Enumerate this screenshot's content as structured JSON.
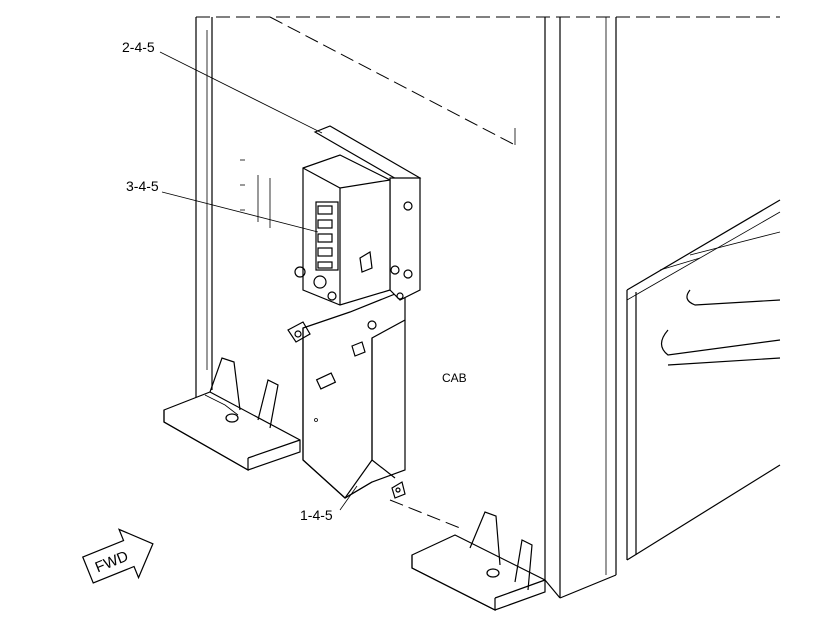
{
  "callouts": {
    "c245": "2-4-5",
    "c345": "3-4-5",
    "c145": "1-4-5"
  },
  "cab_label": "CAB",
  "fwd_label": "FWD"
}
